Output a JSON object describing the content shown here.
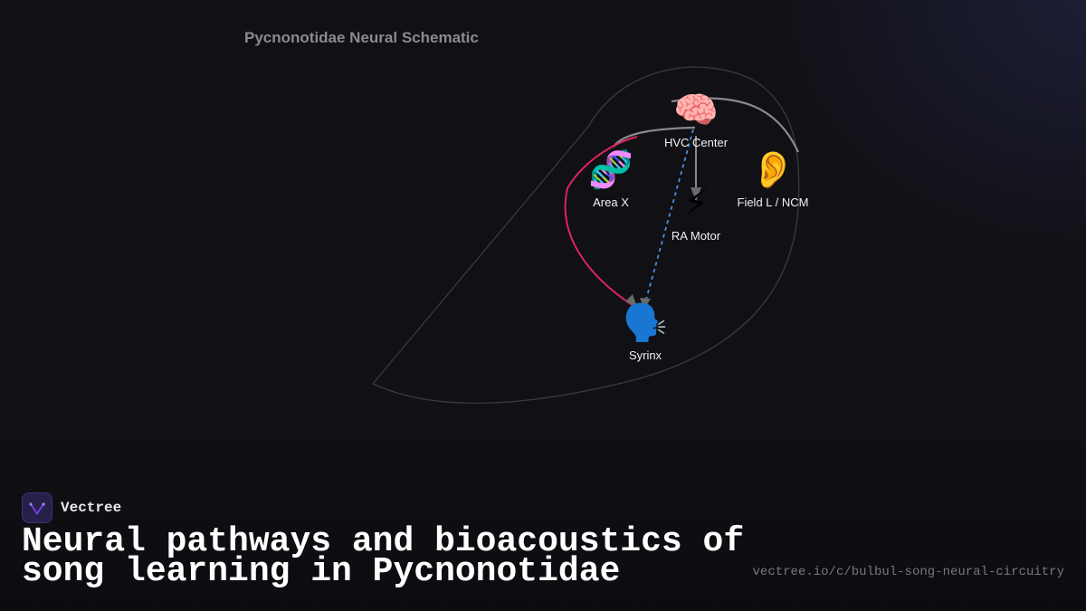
{
  "diagram": {
    "title": "Pycnonotidae Neural Schematic",
    "nodes": [
      {
        "id": "hvc",
        "label": "HVC Center",
        "icon": "🧠",
        "icon_name": "brain-icon"
      },
      {
        "id": "areax",
        "label": "Area X",
        "icon": "🧬",
        "icon_name": "dna-icon"
      },
      {
        "id": "ra",
        "label": "RA Motor",
        "icon": "⚡",
        "icon_name": "lightning-icon"
      },
      {
        "id": "field",
        "label": "Field L / NCM",
        "icon": "👂",
        "icon_name": "ear-icon"
      },
      {
        "id": "syrinx",
        "label": "Syrinx",
        "icon": "🗣️",
        "icon_name": "speaking-head-icon"
      }
    ],
    "edges": [
      {
        "from": "field",
        "to": "hvc",
        "style": "solid",
        "color": "#8a8a8a"
      },
      {
        "from": "hvc",
        "to": "ra",
        "style": "solid",
        "color": "#8a8a8a"
      },
      {
        "from": "hvc",
        "to": "areax",
        "style": "solid",
        "color": "#8a8a8a"
      },
      {
        "from": "areax",
        "to": "syrinx",
        "style": "solid",
        "color": "#e0245e"
      },
      {
        "from": "hvc",
        "to": "syrinx",
        "style": "dashed",
        "color": "#4a8fe0"
      }
    ]
  },
  "brand": {
    "name": "Vectree",
    "accent": "#7b3fe4"
  },
  "headline": {
    "line1": "Neural pathways and bioacoustics of",
    "line2": "song learning in Pycnonotidae"
  },
  "url": "vectree.io/c/bulbul-song-neural-circuitry"
}
